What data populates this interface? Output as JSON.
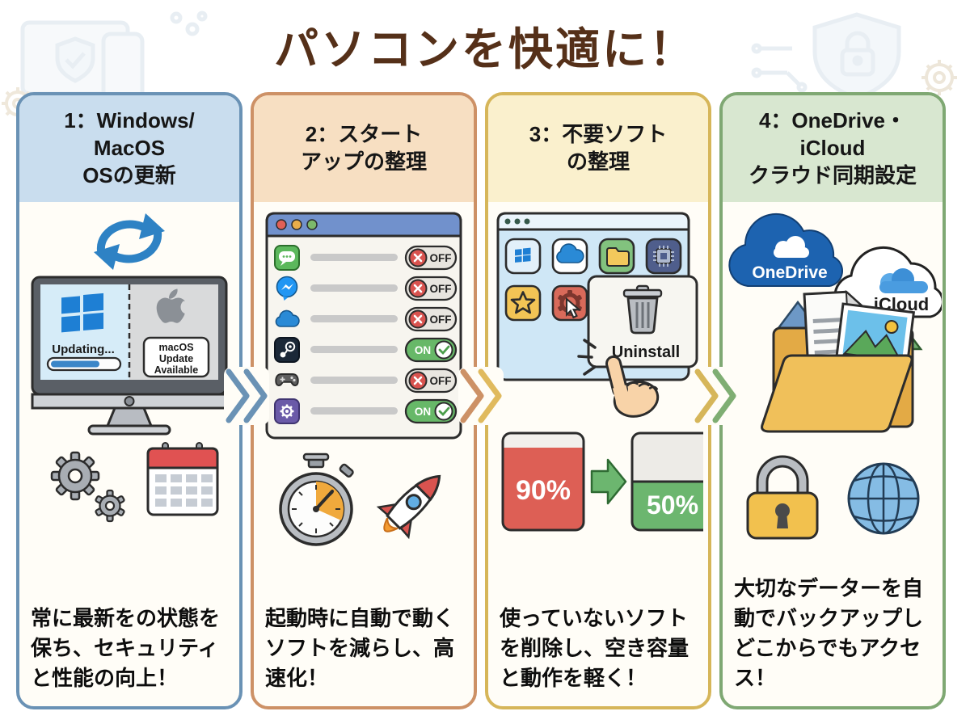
{
  "page_title": "パソコンを快適に！",
  "columns": [
    {
      "number": "1",
      "header": "1：Windows/\nMacOS\nOSの更新",
      "description": "常に最新をの状態を保ち、セキュリティと性能の向上！",
      "accent_color": "#6a92b5",
      "header_bg": "#c9ddee",
      "monitor": {
        "windows_status": "Updating...",
        "macos_lines": [
          "macOS",
          "Update",
          "Available"
        ]
      }
    },
    {
      "number": "2",
      "header": "2：スタート\nアップの整理",
      "description": "起動時に自動で動くソフトを減らし、高速化！",
      "accent_color": "#cd9166",
      "header_bg": "#f7dfc2",
      "startup_items": [
        {
          "icon": "chat-app-icon",
          "state": "off",
          "label": "OFF"
        },
        {
          "icon": "messenger-app-icon",
          "state": "off",
          "label": "OFF"
        },
        {
          "icon": "cloud-app-icon",
          "state": "off",
          "label": "OFF"
        },
        {
          "icon": "steam-app-icon",
          "state": "on",
          "label": "ON"
        },
        {
          "icon": "game-controller-app-icon",
          "state": "off",
          "label": "OFF"
        },
        {
          "icon": "settings-app-icon",
          "state": "on",
          "label": "ON"
        }
      ]
    },
    {
      "number": "3",
      "header": "3：不要ソフト\nの整理",
      "description": "使っていないソフトを削除し、空き容量と動作を軽く！",
      "accent_color": "#d6b65a",
      "header_bg": "#faf0cd",
      "uninstall_label": "Uninstall",
      "disk_before": "90%",
      "disk_after": "50%"
    },
    {
      "number": "4",
      "header": "4：OneDrive・\niCloud\nクラウド同期設定",
      "description": "大切なデーターを自動でバックアップしどこからでもアクセス！",
      "accent_color": "#7fa873",
      "header_bg": "#d8e7d0",
      "cloud_services": [
        "OneDrive",
        "iCloud"
      ]
    }
  ]
}
